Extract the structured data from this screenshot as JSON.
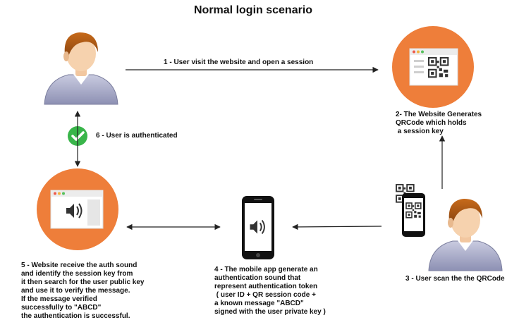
{
  "title": "Normal login scenario",
  "steps": {
    "step1": "1 - User visit the website and open a session",
    "step2": "2- The Website Generates\nQRCode which holds\n a session key",
    "step3": "3 - User scan the the QRCode",
    "step4": "4 - The mobile app generate an\nauthentication sound that\nrepresent authentication token\n ( user ID + QR session code +\na known message \"ABCD\"\nsigned with the user private key )",
    "step5": "5 - Website receive the auth sound\nand identify the session key from\nit then search for the user public key\nand use it to verify the message.\nIf the message verified\nsuccessfully to \"ABCD\"\nthe authentication is successful.",
    "step6": "6 - User is authenticated"
  },
  "icons": {
    "user_top": "user-avatar-icon",
    "user_right": "user-avatar-icon",
    "website_qr": "browser-window-qr-icon",
    "website_sound": "browser-window-sound-icon",
    "phone_sound": "smartphone-sound-icon",
    "phone_qr": "smartphone-qr-icon",
    "check": "check-circle-icon"
  },
  "colors": {
    "accent_orange": "#ee7e3a",
    "check_green": "#39b54a",
    "arrow": "#222222",
    "window_bar": "#ececec",
    "phone_body": "#111111"
  }
}
